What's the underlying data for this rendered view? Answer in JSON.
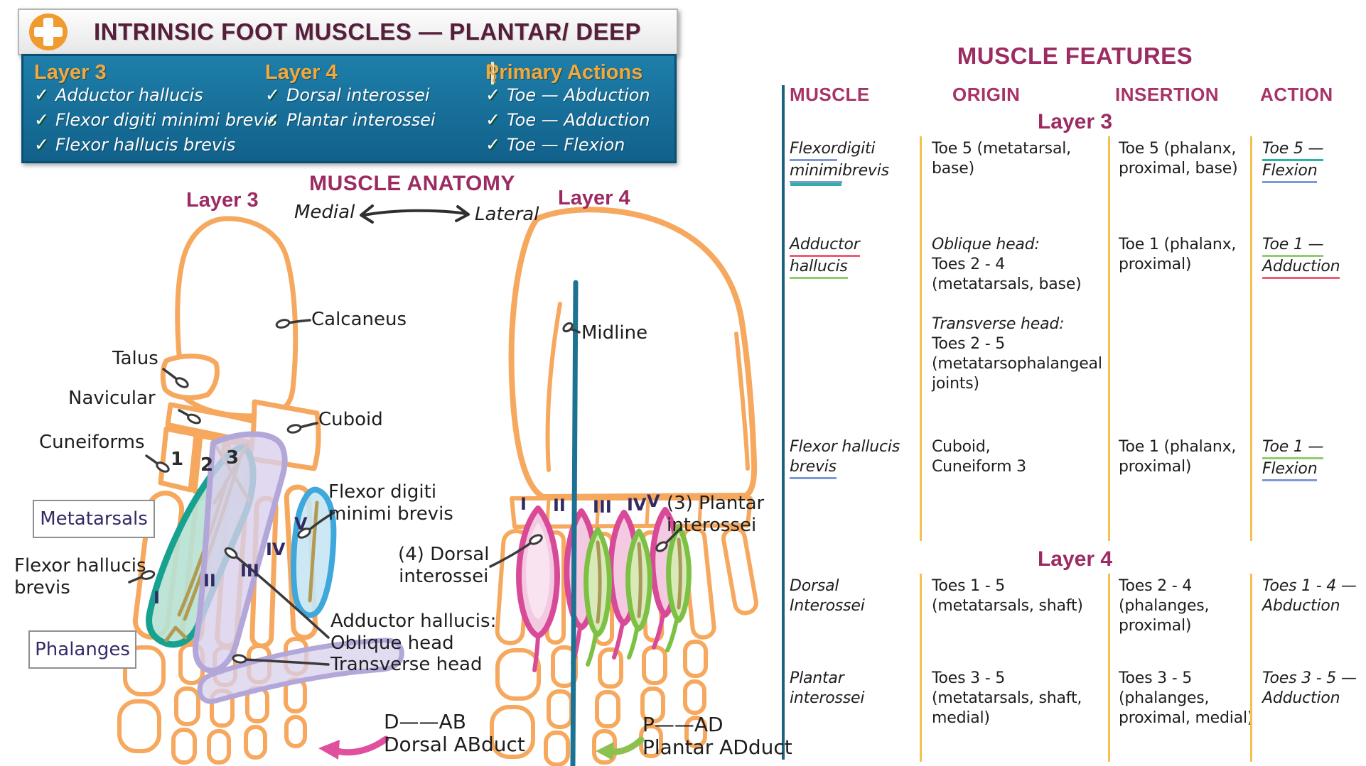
{
  "header": {
    "title": "INTRINSIC FOOT MUSCLES — PLANTAR/ DEEP"
  },
  "summary": {
    "check": "✓",
    "columns": [
      {
        "heading": "Layer 3",
        "items": [
          "Adductor hallucis",
          "Flexor digiti minimi brevis",
          "Flexor hallucis brevis"
        ]
      },
      {
        "heading": "Layer 4",
        "items": [
          "Dorsal interossei",
          "Plantar interossei"
        ]
      },
      {
        "heading": "Primary Actions",
        "icon": "caduceus-icon",
        "items": [
          "Toe — Abduction",
          "Toe — Adduction",
          "Toe — Flexion"
        ]
      }
    ]
  },
  "anatomy": {
    "title": "MUSCLE ANATOMY",
    "left_layer": "Layer 3",
    "right_layer": "Layer 4",
    "medial": "Medial",
    "lateral": "Lateral",
    "labels": {
      "calcaneus": "Calcaneus",
      "talus": "Talus",
      "navicular": "Navicular",
      "cuneiforms": "Cuneiforms",
      "cuboid": "Cuboid",
      "metatarsals": "Metatarsals",
      "phalanges": "Phalanges",
      "flexor_hallucis_brevis": "Flexor hallucis\nbrevis",
      "flexor_digiti_minimi_brevis": "Flexor digiti\nminimi brevis",
      "adductor_hallucis": "Adductor hallucis:\nOblique head\nTransverse head",
      "midline": "Midline",
      "dorsal_interossei": "(4) Dorsal\ninterossei",
      "plantar_interossei": "(3) Plantar\ninterossei"
    },
    "cuneiform_numbers": [
      "1",
      "2",
      "3"
    ],
    "numerals": [
      "I",
      "II",
      "III",
      "IV",
      "V"
    ],
    "legend": {
      "dorsal_code": "D——AB",
      "dorsal_text": "Dorsal ABduct",
      "plantar_code": "P——AD",
      "plantar_text": "Plantar ADduct"
    }
  },
  "features_table": {
    "title": "MUSCLE FEATURES",
    "columns": [
      "MUSCLE",
      "ORIGIN",
      "INSERTION",
      "ACTION"
    ],
    "sections": [
      {
        "heading": "Layer 3",
        "rows": [
          {
            "muscle": {
              "italic": true,
              "lines": [
                [
                  {
                    "t": "Flexor",
                    "u": "blue"
                  },
                  {
                    "t": " digiti"
                  }
                ],
                [
                  {
                    "t": "minimi",
                    "u": "bt"
                  },
                  {
                    "t": " brevis"
                  }
                ]
              ]
            },
            "origin": {
              "lines": [
                [
                  "Toe 5 (metatarsal,"
                ],
                [
                  "base)"
                ]
              ]
            },
            "insertion": {
              "lines": [
                [
                  "Toe 5 (phalanx,"
                ],
                [
                  "proximal, base)"
                ]
              ]
            },
            "action": {
              "italic": true,
              "lines": [
                [
                  {
                    "t": "Toe 5 —",
                    "u": "teal"
                  }
                ],
                [
                  {
                    "t": "Flexion",
                    "u": "blue"
                  }
                ]
              ]
            }
          },
          {
            "muscle": {
              "italic": true,
              "lines": [
                [
                  {
                    "t": "Adductor",
                    "u": "pink"
                  }
                ],
                [
                  {
                    "t": "hallucis",
                    "u": "green"
                  }
                ]
              ]
            },
            "origin": {
              "lines": [
                [
                  {
                    "t": "Oblique head:",
                    "i": true
                  }
                ],
                [
                  "Toes 2 - 4"
                ],
                [
                  "(metatarsals, base)"
                ],
                [
                  ""
                ],
                [
                  {
                    "t": "Transverse head:",
                    "i": true
                  }
                ],
                [
                  "Toes 2 - 5"
                ],
                [
                  "(metatarsophalangeal"
                ],
                [
                  "joints)"
                ]
              ]
            },
            "insertion": {
              "lines": [
                [
                  "Toe 1 (phalanx,"
                ],
                [
                  "proximal)"
                ]
              ]
            },
            "action": {
              "italic": true,
              "lines": [
                [
                  {
                    "t": "Toe 1 —",
                    "u": "green"
                  }
                ],
                [
                  {
                    "t": "Adduction",
                    "u": "pink"
                  }
                ]
              ]
            }
          },
          {
            "muscle": {
              "italic": true,
              "lines": [
                [
                  "Flexor hallucis"
                ],
                [
                  {
                    "t": "brevis",
                    "u": "blue"
                  }
                ]
              ]
            },
            "origin": {
              "lines": [
                [
                  "Cuboid,"
                ],
                [
                  "Cuneiform 3"
                ]
              ]
            },
            "insertion": {
              "lines": [
                [
                  "Toe 1 (phalanx,"
                ],
                [
                  "proximal)"
                ]
              ]
            },
            "action": {
              "italic": true,
              "lines": [
                [
                  {
                    "t": "Toe 1 —",
                    "u": "green"
                  }
                ],
                [
                  {
                    "t": "Flexion",
                    "u": "blue"
                  }
                ]
              ]
            }
          }
        ]
      },
      {
        "heading": "Layer 4",
        "rows": [
          {
            "muscle": {
              "italic": true,
              "lines": [
                [
                  "Dorsal"
                ],
                [
                  "Interossei"
                ]
              ]
            },
            "origin": {
              "lines": [
                [
                  "Toes 1 - 5"
                ],
                [
                  "(metatarsals, shaft)"
                ]
              ]
            },
            "insertion": {
              "lines": [
                [
                  "Toes 2 - 4"
                ],
                [
                  "(phalanges,"
                ],
                [
                  "proximal)"
                ]
              ]
            },
            "action": {
              "italic": true,
              "lines": [
                [
                  "Toes 1 - 4 —"
                ],
                [
                  "Abduction"
                ]
              ]
            }
          },
          {
            "muscle": {
              "italic": true,
              "lines": [
                [
                  "Plantar"
                ],
                [
                  "interossei"
                ]
              ]
            },
            "origin": {
              "lines": [
                [
                  "Toes 3 - 5"
                ],
                [
                  "(metatarsals, shaft,"
                ],
                [
                  "medial)"
                ]
              ]
            },
            "insertion": {
              "lines": [
                [
                  "Toes 3 - 5"
                ],
                [
                  "(phalanges,"
                ],
                [
                  "proximal, medial)"
                ]
              ]
            },
            "action": {
              "italic": true,
              "lines": [
                [
                  "Toes 3 - 5 —"
                ],
                [
                  "Adduction"
                ]
              ]
            }
          }
        ]
      }
    ]
  },
  "colors": {
    "accent_magenta": "#9c2b62",
    "title_maroon": "#571e3c",
    "panel_teal": "#11618b",
    "header_orange": "#f3a83b",
    "bone_orange": "#f6a85f",
    "dorsal_pink": "#d84a98",
    "plantar_green": "#7cc143",
    "fhb_teal": "#17a191",
    "adductor_lavender": "#b3a7da",
    "fdmb_blue": "#3ea7db",
    "midline_teal": "#1d7293",
    "separator_yellow": "#f2c14e",
    "check_shadow_green": "#14502c"
  }
}
